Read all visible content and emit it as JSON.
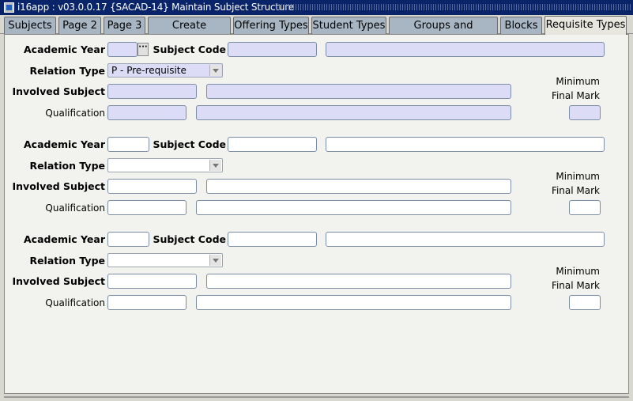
{
  "window": {
    "title": "i16app : v03.0.0.17  {SACAD-14} Maintain Subject Structure"
  },
  "tabs": [
    {
      "label": "Subjects"
    },
    {
      "label": "Page 2"
    },
    {
      "label": "Page 3"
    },
    {
      "label": "Create Structure"
    },
    {
      "label": "Offering Types"
    },
    {
      "label": "Student Types"
    },
    {
      "label": "Groups and Lecturers"
    },
    {
      "label": "Blocks"
    },
    {
      "label": "Requisite Types"
    }
  ],
  "labels": {
    "academic_year": "Academic Year",
    "subject_code": "Subject Code",
    "relation_type": "Relation Type",
    "involved_subject": "Involved Subject",
    "qualification": "Qualification",
    "minimum": "Minimum",
    "final_mark": "Final Mark"
  },
  "records": [
    {
      "academic_year": "",
      "subject_code": "",
      "subject_desc": "",
      "relation_type": "P - Pre-requisite",
      "involved_subject": "",
      "involved_subject_desc": "",
      "qualification": "",
      "qualification_desc": "",
      "min_final_mark": ""
    },
    {
      "academic_year": "",
      "subject_code": "",
      "subject_desc": "",
      "relation_type": "",
      "involved_subject": "",
      "involved_subject_desc": "",
      "qualification": "",
      "qualification_desc": "",
      "min_final_mark": ""
    },
    {
      "academic_year": "",
      "subject_code": "",
      "subject_desc": "",
      "relation_type": "",
      "involved_subject": "",
      "involved_subject_desc": "",
      "qualification": "",
      "qualification_desc": "",
      "min_final_mark": ""
    }
  ],
  "lov_button": {
    "glyph": "···"
  },
  "active_tab": "Requisite Types"
}
